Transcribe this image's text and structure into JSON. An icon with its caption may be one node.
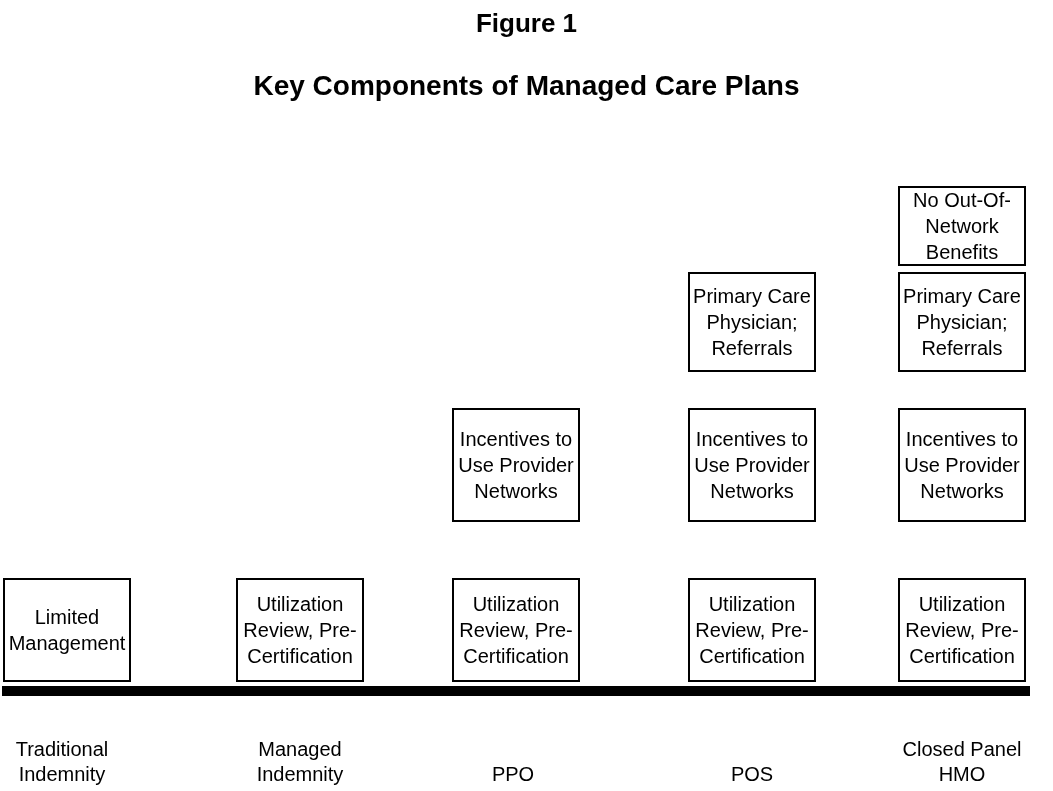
{
  "diagram": {
    "title": "Key Components of Managed Care Plans",
    "caption": "Figure 1",
    "nodes": [
      {
        "text": [
          "No Out-Of-Network Benefits"
        ]
      },
      {
        "text": [
          "Primary Care Physician; Referrals"
        ]
      },
      {
        "text": [
          "Primary Care Physician; Referrals"
        ]
      },
      {
        "text": [
          "Incentives to Use Provider Networks"
        ]
      },
      {
        "text": [
          "Incentives to Use Provider Networks"
        ]
      },
      {
        "text": [
          "Incentives to Use Provider Networks"
        ]
      },
      {
        "text": [
          "Limited Management"
        ]
      },
      {
        "text": [
          "Utilization Review, Pre-Certification"
        ]
      },
      {
        "text": [
          "Utilization Review, Pre-Certification"
        ]
      },
      {
        "text": [
          "Utilization Review, Pre-Certification"
        ]
      },
      {
        "text": [
          "Utilization Review, Pre-Certification"
        ]
      }
    ],
    "labels": [
      "Traditional Indemnity",
      "Managed Indemnity",
      "PPO",
      "POS",
      "Closed Panel HMO"
    ]
  }
}
